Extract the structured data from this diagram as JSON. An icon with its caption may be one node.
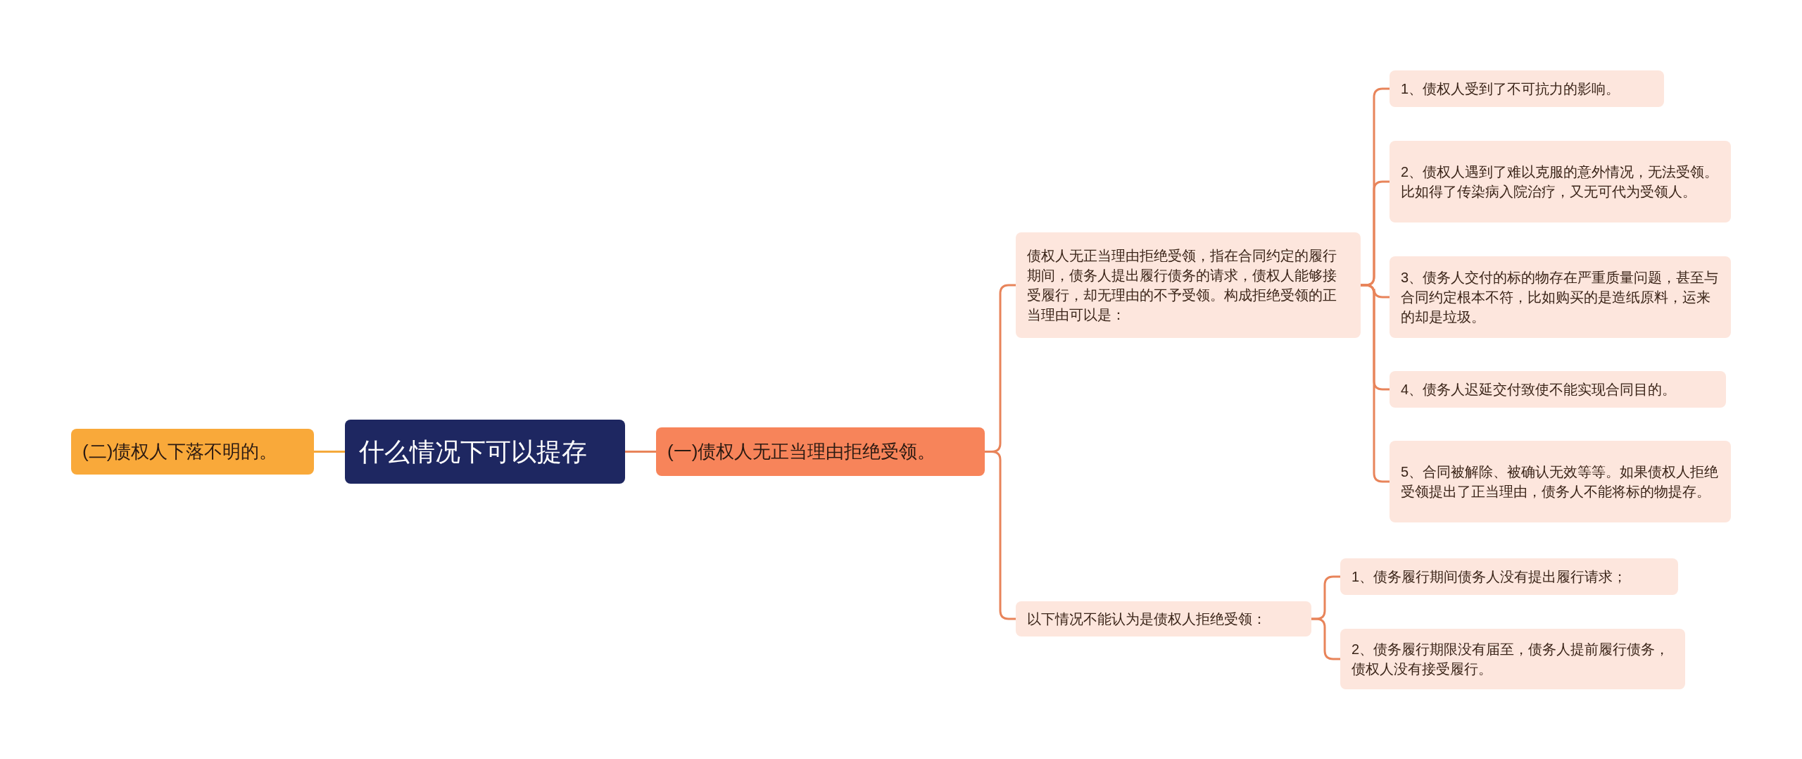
{
  "diagram": {
    "nodes": [
      {
        "text": [
          "什么情况下可以提存"
        ]
      },
      {
        "text": [
          "(二)债权人下落不明的。"
        ]
      },
      {
        "text": [
          "(一)债权人无正当理由拒绝受领。"
        ]
      },
      {
        "text": [
          "债权人无正当理由拒绝受领，指在合同约定的履行期间，债务人提出履行债务的请求，债权人能够接受履行，却无理由的不予受领。构成拒绝受领的正当理由可以是："
        ]
      },
      {
        "text": [
          "1、债权人受到了不可抗力的影响。"
        ]
      },
      {
        "text": [
          "2、债权人遇到了难以克服的意外情况，无法受领。比如得了传染病入院治疗，又无可代为受领人。"
        ]
      },
      {
        "text": [
          "3、债务人交付的标的物存在严重质量问题，甚至与合同约定根本不符，比如购买的是造纸原料，运来的却是垃圾。"
        ]
      },
      {
        "text": [
          "4、债务人迟延交付致使不能实现合同目的。"
        ]
      },
      {
        "text": [
          "5、合同被解除、被确认无效等等。如果债权人拒绝受领提出了正当理由，债务人不能将标的物提存。"
        ]
      },
      {
        "text": [
          "以下情况不能认为是债权人拒绝受领："
        ]
      },
      {
        "text": [
          "1、债务履行期间债务人没有提出履行请求；"
        ]
      },
      {
        "text": [
          "2、债务履行期限没有届至，债务人提前履行债务，债权人没有接受履行。"
        ]
      }
    ],
    "edges": [
      {
        "from": 0,
        "to": 1,
        "arrow": "none",
        "color": "#f5a93b"
      },
      {
        "from": 0,
        "to": 2,
        "arrow": "none"
      },
      {
        "from": 2,
        "to": 3,
        "arrow": "none"
      },
      {
        "from": 2,
        "to": 9,
        "arrow": "none"
      },
      {
        "from": 3,
        "to": 4,
        "arrow": "none"
      },
      {
        "from": 3,
        "to": 5,
        "arrow": "none"
      },
      {
        "from": 3,
        "to": 6,
        "arrow": "none"
      },
      {
        "from": 3,
        "to": 7,
        "arrow": "none"
      },
      {
        "from": 3,
        "to": 8,
        "arrow": "none"
      },
      {
        "from": 9,
        "to": 10,
        "arrow": "none"
      },
      {
        "from": 9,
        "to": 11,
        "arrow": "none"
      }
    ]
  }
}
